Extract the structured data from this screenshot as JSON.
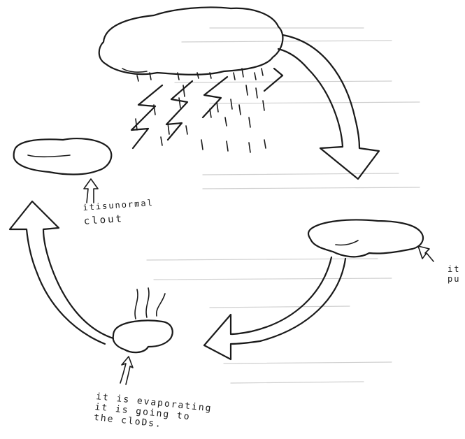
{
  "labels": {
    "abnormal_cloud_line1": "itisunormal",
    "abnormal_cloud_line2": "clout",
    "evaporating_line1": "it is evaporating",
    "evaporating_line2": "it is going to",
    "evaporating_line3": "the cloDs.",
    "right_puddle_line1": "it",
    "right_puddle_line2": "pu"
  },
  "colors": {
    "ink": "#1a1a1a",
    "paper": "#ffffff"
  }
}
